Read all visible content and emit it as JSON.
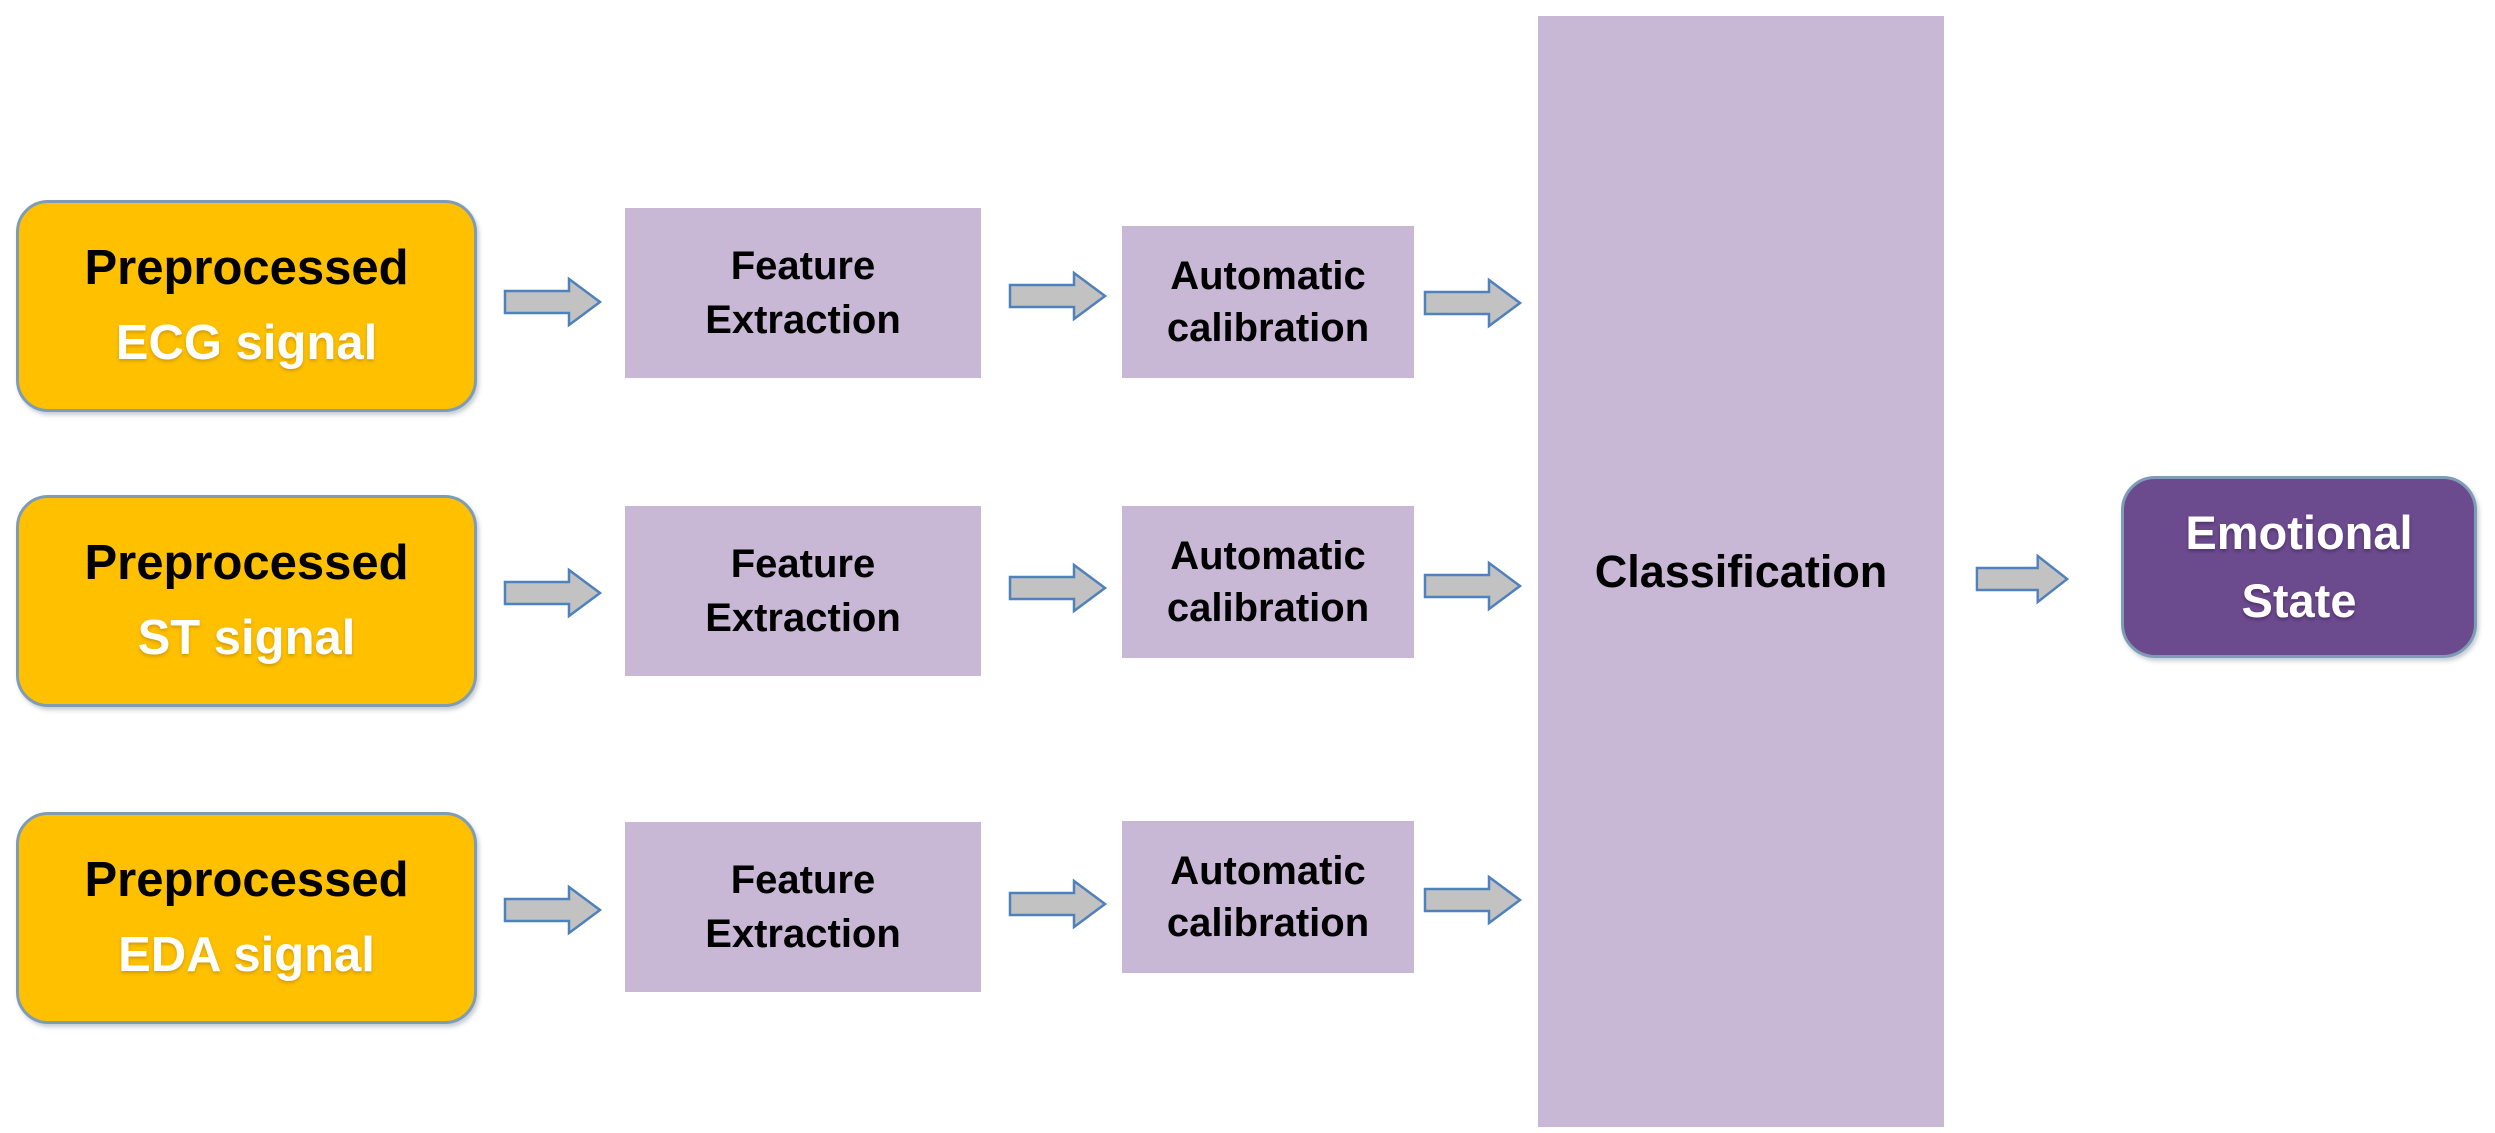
{
  "colors": {
    "background": "#ffffff",
    "input_fill": "#FFC000",
    "stage_fill": "#C8B7D5",
    "output_fill": "#6C4A8E",
    "arrow_fill": "#C2C2C2",
    "arrow_stroke": "#4F81BD",
    "rounded_border": "#7E9CB5",
    "text_dark": "#000000",
    "text_light": "#ffffff"
  },
  "rows": [
    {
      "input_line1": "Preprocessed",
      "input_line2": "ECG signal",
      "feature_line1": "Feature",
      "feature_line2": "Extraction",
      "calib_line1": "Automatic",
      "calib_line2": "calibration"
    },
    {
      "input_line1": "Preprocessed",
      "input_line2": "ST signal",
      "feature_line1": "Feature",
      "feature_line2": "Extraction",
      "calib_line1": "Automatic",
      "calib_line2": "calibration"
    },
    {
      "input_line1": "Preprocessed",
      "input_line2": "EDA signal",
      "feature_line1": "Feature",
      "feature_line2": "Extraction",
      "calib_line1": "Automatic",
      "calib_line2": "calibration"
    }
  ],
  "classification_label": "Classification",
  "output": {
    "line1": "Emotional",
    "line2": "State"
  }
}
